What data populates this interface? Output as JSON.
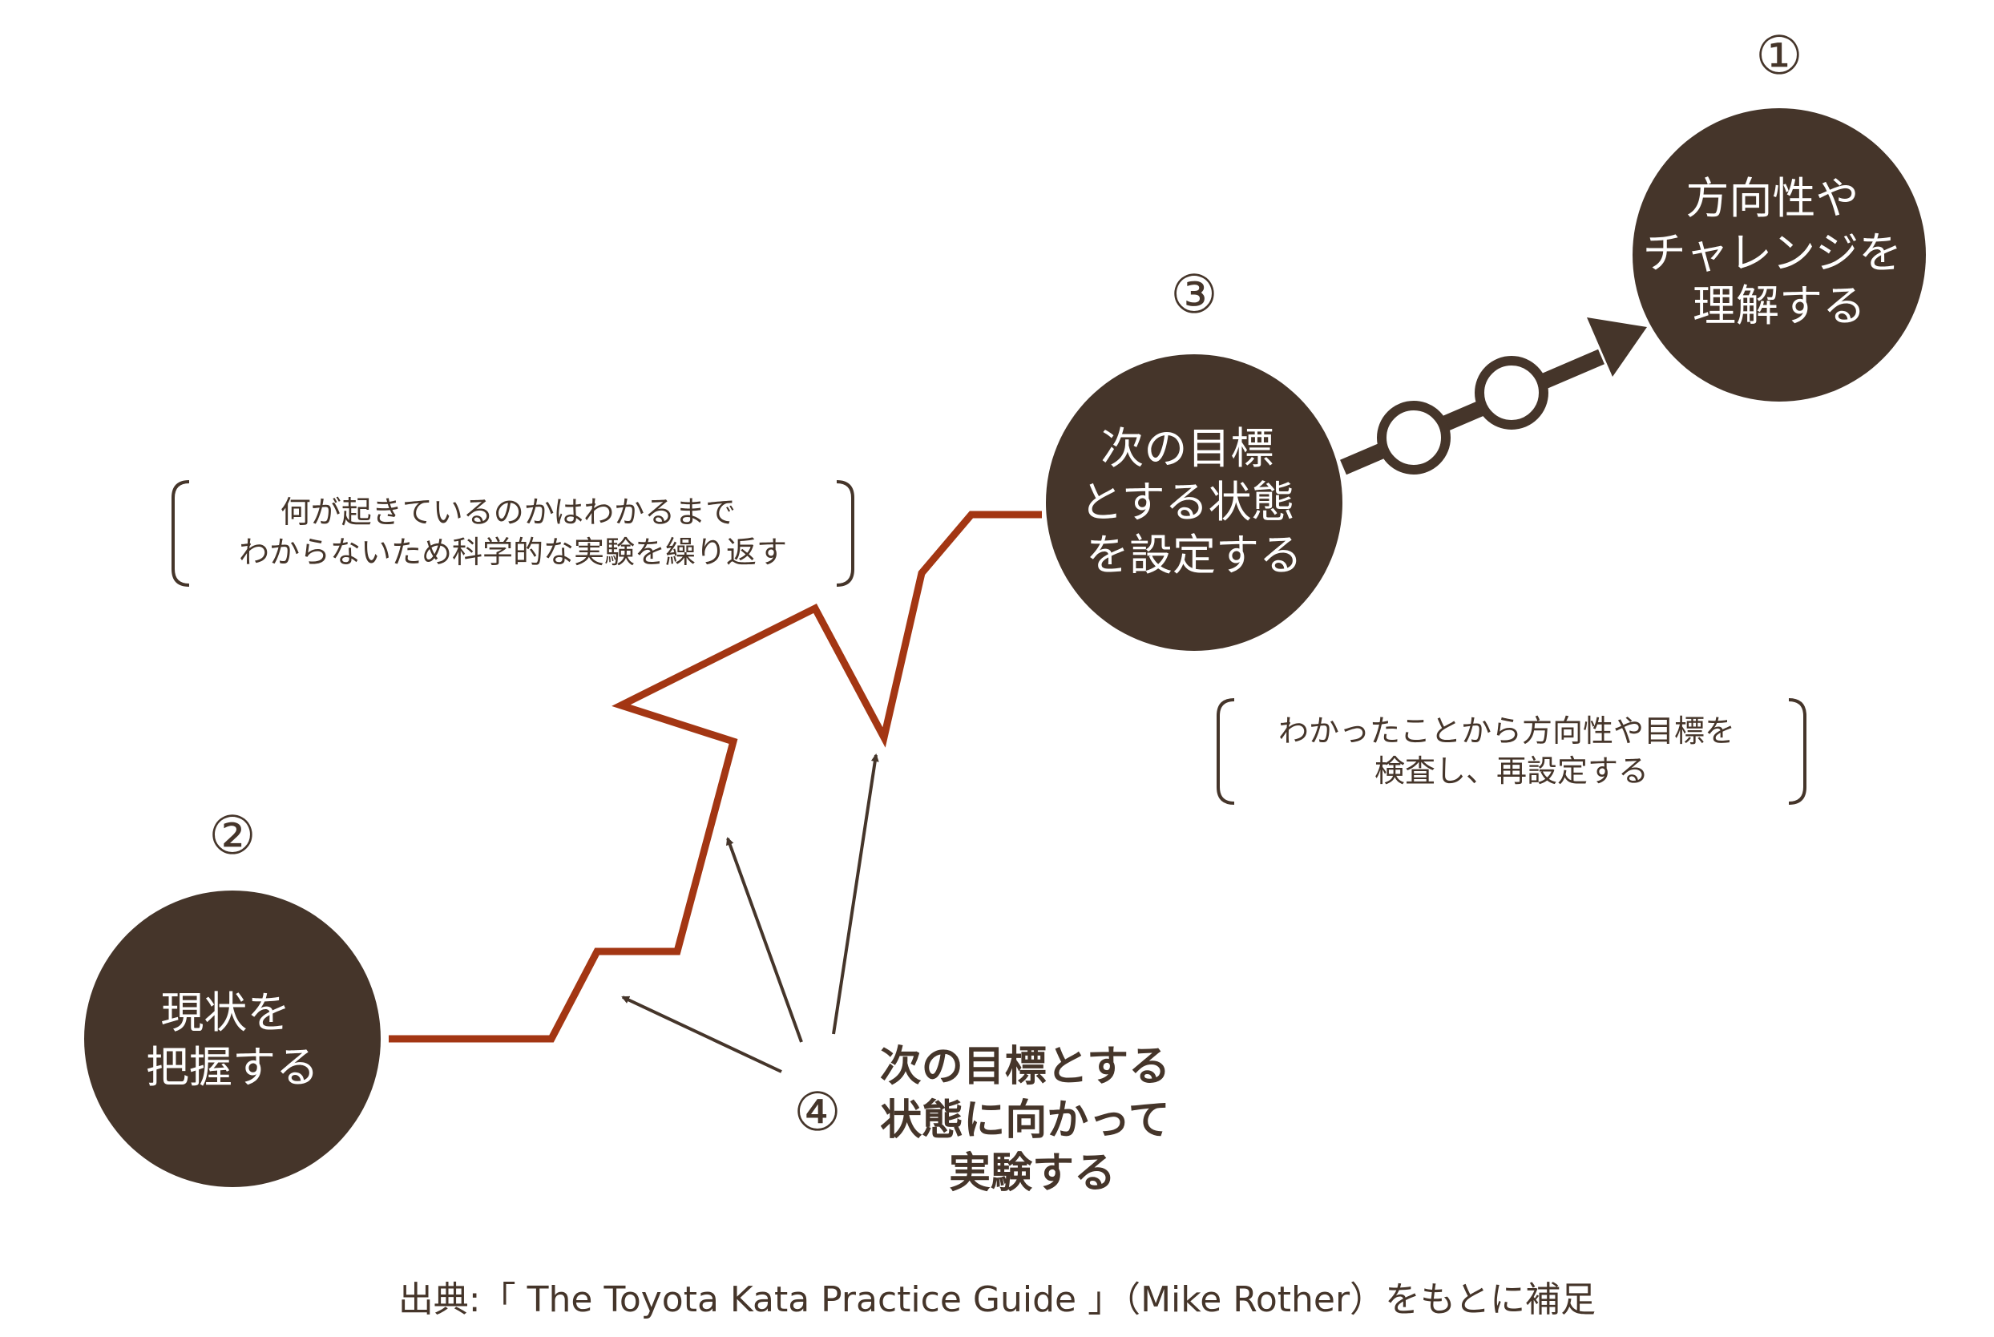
{
  "colors": {
    "dark": "#45352a",
    "path": "#a33613",
    "white": "#ffffff"
  },
  "steps": {
    "step1": {
      "number": "①",
      "lines": [
        "方向性や",
        "チャレンジを",
        "理解する"
      ]
    },
    "step2": {
      "number": "②",
      "lines": [
        "現状を",
        "把握する"
      ]
    },
    "step3": {
      "number": "③",
      "lines": [
        "次の目標",
        "とする状態",
        "を設定する"
      ]
    },
    "step4": {
      "number": "④",
      "lines": [
        "次の目標とする",
        "状態に向かって",
        "実験する"
      ]
    }
  },
  "notes": {
    "experiment": [
      "何が起きているのかはわかるまで",
      "わからないため科学的な実験を繰り返す"
    ],
    "review": [
      "わかったことから方向性や目標を",
      "検査し、再設定する"
    ]
  },
  "source": "出典:「 The Toyota Kata Practice Guide 」（Mike Rother）をもとに補足"
}
